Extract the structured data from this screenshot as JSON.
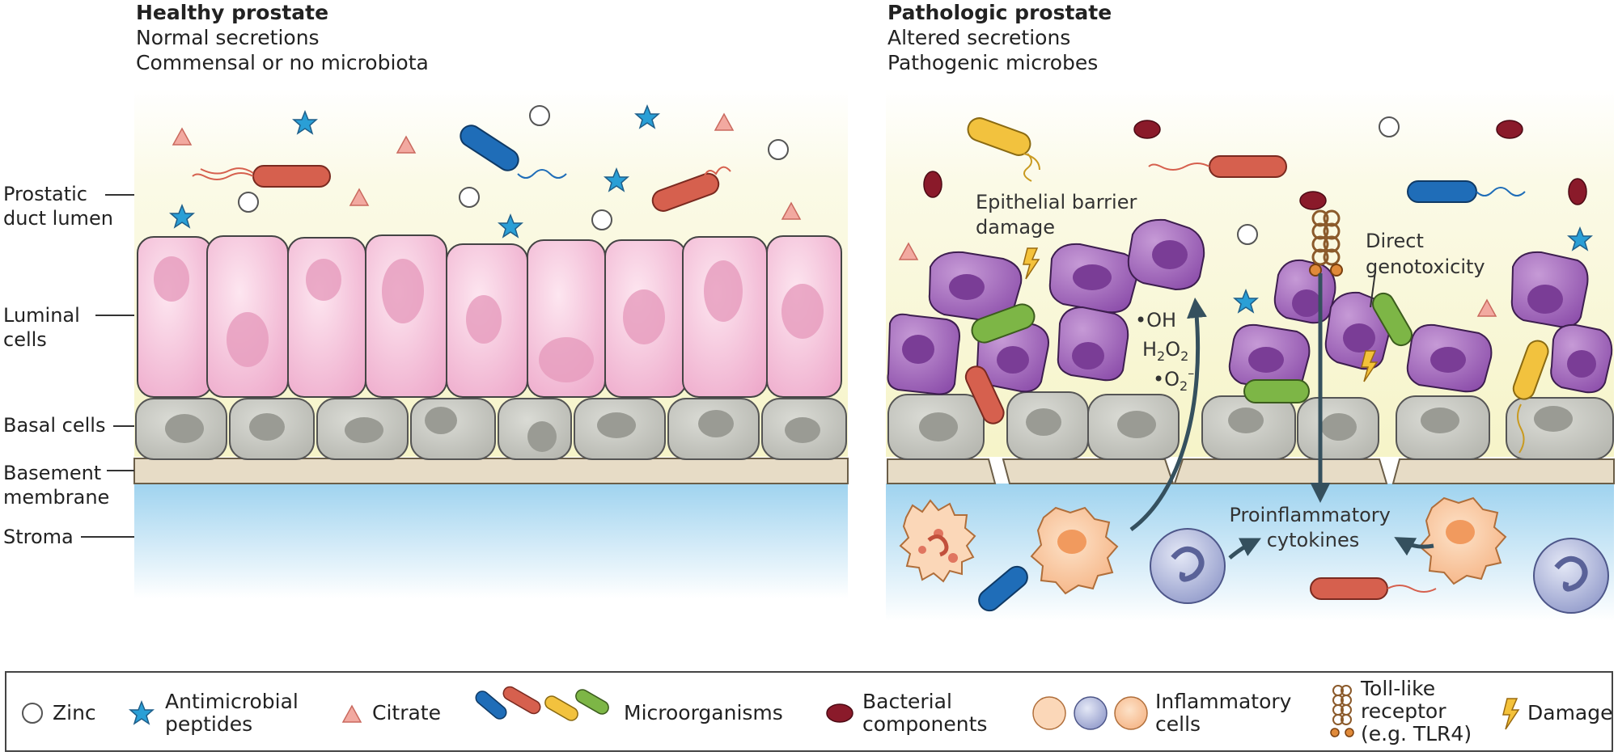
{
  "healthy": {
    "title": "Healthy prostate",
    "line1": "Normal secretions",
    "line2": "Commensal or no microbiota"
  },
  "pathologic": {
    "title": "Pathologic prostate",
    "line1": "Altered secretions",
    "line2": "Pathogenic microbes"
  },
  "side_labels": {
    "lumen": [
      "Prostatic",
      "duct lumen"
    ],
    "luminal": [
      "Luminal",
      "cells"
    ],
    "basal": "Basal cells",
    "membrane": [
      "Basement",
      "membrane"
    ],
    "stroma": "Stroma"
  },
  "annotations": {
    "barrier": [
      "Epithelial barrier",
      "damage"
    ],
    "genotoxicity": [
      "Direct",
      "genotoxicity"
    ],
    "oh": "•OH",
    "h2o2_h": "H",
    "h2o2_2a": "2",
    "h2o2_o": "O",
    "h2o2_2b": "2",
    "o2_dot": "•O",
    "o2_sub": "2",
    "o2_sup": "–",
    "cytokines": [
      "Proinflammatory",
      "cytokines"
    ]
  },
  "legend": {
    "zinc": "Zinc",
    "amp": [
      "Antimicrobial",
      "peptides"
    ],
    "citrate": "Citrate",
    "micro": "Microorganisms",
    "bact": [
      "Bacterial",
      "components"
    ],
    "inflam": [
      "Inflammatory",
      "cells"
    ],
    "tlr": [
      "Toll-like",
      "receptor",
      "(e.g. TLR4)"
    ],
    "damage": "Damage"
  },
  "colors": {
    "lumen": "#f8f6d8",
    "luminal_cell": "#f3bcd6",
    "basal_cell": "#c4c5be",
    "membrane": "#e7dcc6",
    "stroma": "#a6d6f0",
    "epithelial_purple": "#9b5fb5",
    "bacterial_component": "#8a1a2a",
    "star": "#2a9fd6",
    "citrate": "#f2a9a0",
    "arrow": "#35505e"
  },
  "icons": [
    "zinc-icon",
    "star-icon",
    "citrate-icon",
    "bacteria-icon",
    "bacterial-component-icon",
    "inflammatory-cell-icon",
    "toll-like-receptor-icon",
    "lightning-damage-icon"
  ]
}
